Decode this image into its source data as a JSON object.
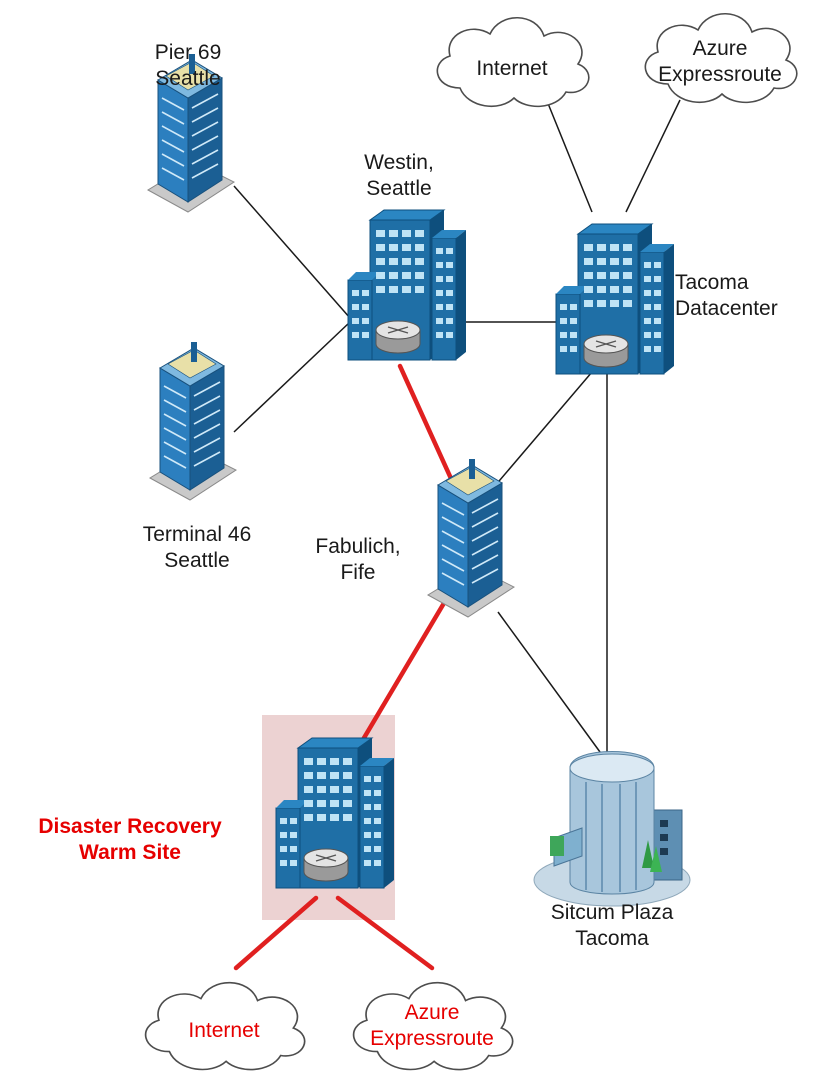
{
  "nodes": {
    "pier69": {
      "line1": "Pier 69",
      "line2": "Seattle"
    },
    "westin": {
      "line1": "Westin,",
      "line2": "Seattle"
    },
    "tacoma_dc": {
      "line1": "Tacoma",
      "line2": "Datacenter"
    },
    "terminal46": {
      "line1": "Terminal 46",
      "line2": "Seattle"
    },
    "fabulich": {
      "line1": "Fabulich,",
      "line2": "Fife"
    },
    "sitcum": {
      "line1": "Sitcum Plaza",
      "line2": "Tacoma"
    },
    "dr_site": {
      "line1": "Disaster Recovery",
      "line2": "Warm Site"
    }
  },
  "clouds": {
    "top_internet": {
      "label": "Internet"
    },
    "top_azure": {
      "line1": "Azure",
      "line2": "Expressroute"
    },
    "bottom_internet": {
      "label": "Internet"
    },
    "bottom_azure": {
      "line1": "Azure",
      "line2": "Expressroute"
    }
  },
  "colors": {
    "normal_link": "#1a1a1a",
    "dr_link": "#e02020",
    "dr_text": "#e60000",
    "dr_highlight": "#ecd2d2",
    "building_blue": "#1f6fa6",
    "building_dark": "#0e4f7d",
    "window": "#bfe3f5"
  }
}
